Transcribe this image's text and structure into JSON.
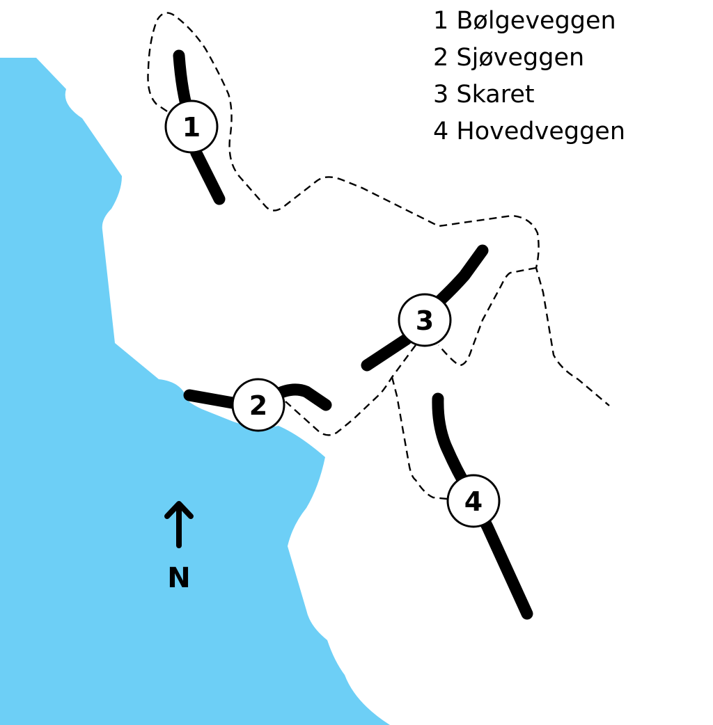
{
  "colors": {
    "water": "#6dcff6",
    "ink": "#000000",
    "land": "#ffffff"
  },
  "legend": [
    {
      "number": "1",
      "name": "Bølgeveggen"
    },
    {
      "number": "2",
      "name": "Sjøveggen"
    },
    {
      "number": "3",
      "name": "Skaret"
    },
    {
      "number": "4",
      "name": "Hovedveggen"
    }
  ],
  "markers": [
    "1",
    "2",
    "3",
    "4"
  ],
  "north": {
    "label": "N",
    "icon": "north-arrow-icon"
  }
}
